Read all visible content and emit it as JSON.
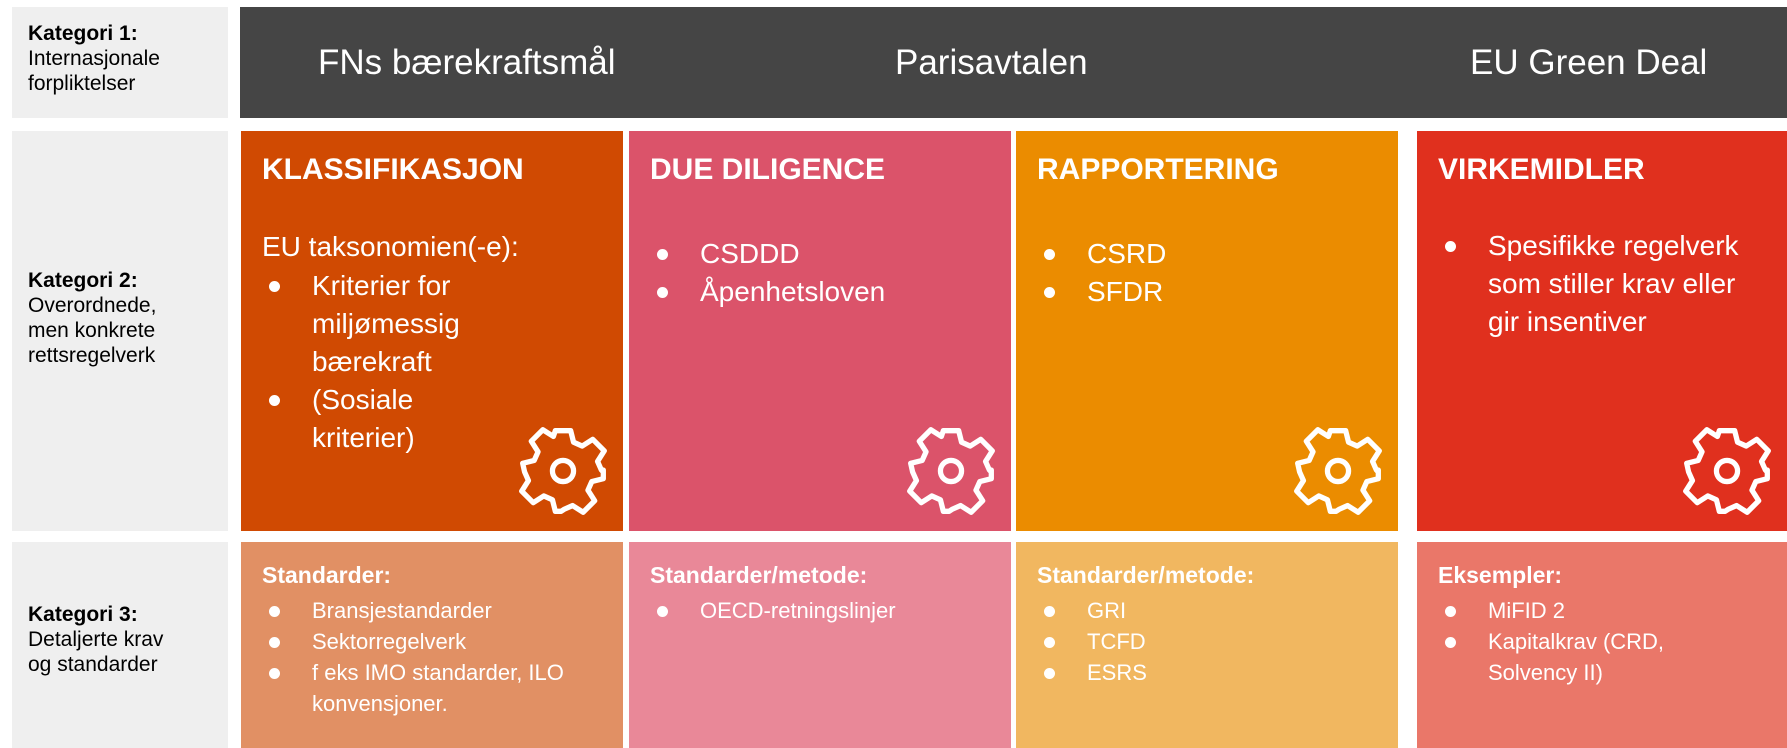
{
  "colors": {
    "banner": "#454545",
    "category_bg": "#efefef",
    "classification": "#d04a02",
    "due_diligence": "#db536a",
    "reporting": "#eb8c00",
    "instruments": "#e0301e",
    "classification_light": "#e19064",
    "due_diligence_light": "#e98898",
    "reporting_light": "#f1b760",
    "instruments_light": "#ea7769"
  },
  "categories": [
    {
      "heading": "Kategori 1:",
      "lines": [
        "Internasjonale",
        "forpliktelser"
      ]
    },
    {
      "heading": "Kategori 2:",
      "lines": [
        "Overordnede,",
        "men konkrete",
        "rettsregelverk"
      ]
    },
    {
      "heading": "Kategori 3:",
      "lines": [
        "Detaljerte krav",
        "og standarder"
      ]
    }
  ],
  "banner": {
    "items": [
      "FNs bærekraftsmål",
      "Parisavtalen",
      "EU Green Deal"
    ]
  },
  "row2": [
    {
      "title": "KLASSIFIKASJON",
      "intro": "EU taksonomien(-e):",
      "bullets": [
        "Kriterier for miljømessig bærekraft",
        "(Sosiale kriterier)"
      ],
      "icon": "gear-icon"
    },
    {
      "title": "DUE DILIGENCE",
      "bullets": [
        "CSDDD",
        "Åpenhetsloven"
      ],
      "icon": "gear-icon"
    },
    {
      "title": "RAPPORTERING",
      "bullets": [
        "CSRD",
        "SFDR"
      ],
      "icon": "gear-icon"
    },
    {
      "title": "VIRKEMIDLER",
      "bullets": [
        "Spesifikke regelverk som stiller krav eller gir insentiver"
      ],
      "icon": "gear-icon"
    }
  ],
  "row3": [
    {
      "title": "Standarder:",
      "bullets": [
        "Bransjestandarder",
        "Sektorregelverk",
        "f eks  IMO standarder, ILO konvensjoner."
      ]
    },
    {
      "title": "Standarder/metode:",
      "bullets": [
        "OECD-retningslinjer"
      ]
    },
    {
      "title": "Standarder/metode:",
      "bullets": [
        "GRI",
        "TCFD",
        "ESRS"
      ]
    },
    {
      "title": "Eksempler:",
      "bullets": [
        "MiFID 2",
        "Kapitalkrav (CRD, Solvency II)"
      ]
    }
  ]
}
